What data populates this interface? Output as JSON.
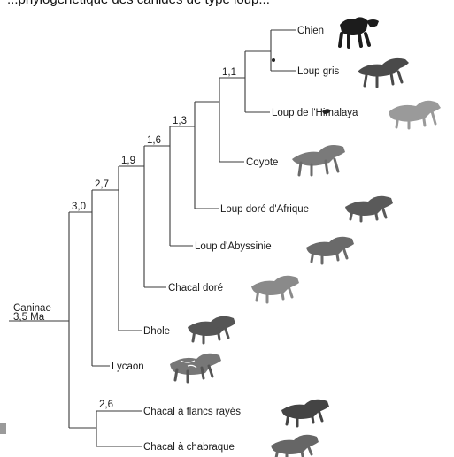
{
  "header_fragment": "...phylogénétique des canidés de type loup...",
  "root": {
    "name": "Caninae",
    "age": "3,5 Ma"
  },
  "nodes": [
    "3,0",
    "2,7",
    "1,9",
    "1,6",
    "1,3",
    "1,1",
    "2,6"
  ],
  "taxa": [
    {
      "label": "Chien",
      "icon": "dog-icon",
      "color": "#1c1c1c"
    },
    {
      "label": "Loup gris",
      "icon": "grey-wolf-icon",
      "color": "#4a4a4a"
    },
    {
      "label": "Loup de l'Himalaya",
      "icon": "himalayan-wolf-icon",
      "color": "#9a9a9a"
    },
    {
      "label": "Coyote",
      "icon": "coyote-icon",
      "color": "#7a7a7a"
    },
    {
      "label": "Loup doré d'Afrique",
      "icon": "african-golden-wolf-icon",
      "color": "#5a5a5a"
    },
    {
      "label": "Loup d'Abyssinie",
      "icon": "ethiopian-wolf-icon",
      "color": "#6a6a6a"
    },
    {
      "label": "Chacal doré",
      "icon": "golden-jackal-icon",
      "color": "#8a8a8a"
    },
    {
      "label": "Dhole",
      "icon": "dhole-icon",
      "color": "#555555"
    },
    {
      "label": "Lycaon",
      "icon": "african-wild-dog-icon",
      "color": "#777777"
    },
    {
      "label": "Chacal à flancs rayés",
      "icon": "side-striped-jackal-icon",
      "color": "#444444"
    },
    {
      "label": "Chacal à chabraque",
      "icon": "black-backed-jackal-icon",
      "color": "#666666"
    }
  ]
}
